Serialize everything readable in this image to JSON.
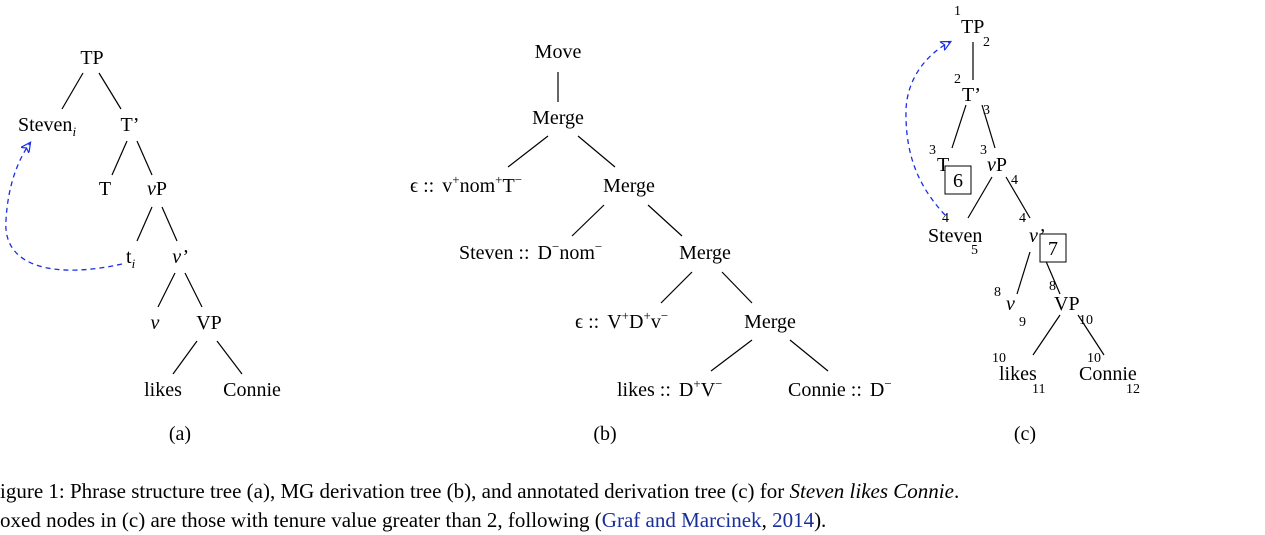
{
  "tree_a": {
    "label": "(a)",
    "nodes": {
      "tp": "TP",
      "steven": "Steven",
      "steven_index": "i",
      "t_bar": "T’",
      "t": "T",
      "vp_v": "v",
      "vp_p": "P",
      "trace": "t",
      "trace_index": "i",
      "v_bar": "v’",
      "v": "v",
      "vp_lower": "VP",
      "likes": "likes",
      "connie": "Connie"
    }
  },
  "tree_b": {
    "label": "(b)",
    "nodes": {
      "move": "Move",
      "merge1": "Merge",
      "eps1": "ϵ ::",
      "eps1_feat_a": "v",
      "eps1_feat_a_sup": "+",
      "eps1_feat_b": "nom",
      "eps1_feat_b_sup": "+",
      "eps1_feat_c": "T",
      "eps1_feat_c_sup": "−",
      "merge2": "Merge",
      "steven_lex": "Steven ::",
      "steven_feat_a": "D",
      "steven_feat_a_sup": "−",
      "steven_feat_b": "nom",
      "steven_feat_b_sup": "−",
      "merge3": "Merge",
      "eps2": "ϵ ::",
      "eps2_feat_a": "V",
      "eps2_feat_a_sup": "+",
      "eps2_feat_b": "D",
      "eps2_feat_b_sup": "+",
      "eps2_feat_c": "v",
      "eps2_feat_c_sup": "−",
      "merge4": "Merge",
      "likes_lex": "likes ::",
      "likes_feat_a": "D",
      "likes_feat_a_sup": "+",
      "likes_feat_b": "V",
      "likes_feat_b_sup": "−",
      "connie_lex": "Connie ::",
      "connie_feat": "D",
      "connie_feat_sup": "−"
    }
  },
  "tree_c": {
    "label": "(c)",
    "nodes": {
      "tp": "TP",
      "t_bar": "T’",
      "t": "T",
      "vp_v": "v",
      "vp_p": "P",
      "steven": "Steven",
      "v_bar": "v’",
      "v": "v",
      "vp_lower": "VP",
      "likes": "likes",
      "connie": "Connie"
    },
    "numbers": {
      "tp_pre": "1",
      "tp_post": "2",
      "tbar_pre": "2",
      "tbar_post": "3",
      "t_pre": "3",
      "vp_pre": "3",
      "vp_post": "4",
      "steven_pre": "4",
      "steven_post": "5",
      "vbar_pre": "4",
      "v_pre": "8",
      "v_post": "9",
      "vplow_pre": "8",
      "vplow_post": "10",
      "likes_pre": "10",
      "likes_post": "11",
      "connie_pre": "10",
      "connie_post": "12"
    },
    "boxed": {
      "t_box": "6",
      "vbar_box": "7"
    }
  },
  "caption": {
    "line1_prefix": "igure 1: Phrase structure tree (a), MG derivation tree (b), and annotated derivation tree (c) for ",
    "line1_italic": "Steven likes Connie",
    "line1_suffix": ".",
    "line2_prefix": "oxed nodes in (c) are those with tenure value greater than 2, following (",
    "line2_cite_a": "Graf and Marcinek",
    "line2_cite_sep": ", ",
    "line2_cite_b": "2014",
    "line2_suffix": ")."
  },
  "colors": {
    "movement_arrow": "#1a2ee8",
    "citation": "#1a2e9a"
  }
}
